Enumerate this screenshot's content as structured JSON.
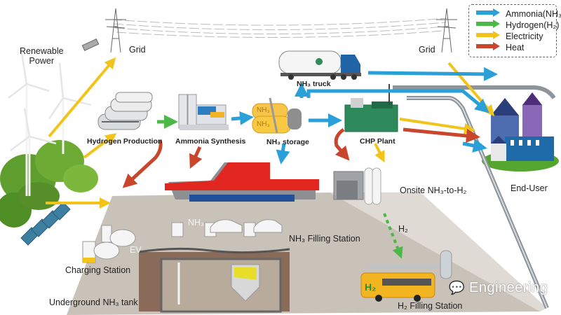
{
  "title": "Ammonia-based renewable energy value chain",
  "legend": {
    "items": [
      {
        "label": "Ammonia(NH₃)",
        "color": "#2a9fd8",
        "key": "ammonia"
      },
      {
        "label": "Hydrogen(H₂)",
        "color": "#4cb848",
        "key": "hydrogen"
      },
      {
        "label": "Electricity",
        "color": "#f2c41a",
        "key": "electricity"
      },
      {
        "label": "Heat",
        "color": "#c9452b",
        "key": "heat"
      }
    ]
  },
  "nodes": {
    "renewable_power": "Renewable\nPower",
    "grid_left": "Grid",
    "grid_right": "Grid",
    "hydrogen_production": "Hydrogen Production",
    "ammonia_synthesis": "Ammonia Synthesis",
    "nh3_storage": "NH₃ storage",
    "nh3_truck": "NH₃ truck",
    "chp_plant": "CHP Plant",
    "end_user": "End-User",
    "onsite_cracking": "Onsite NH₃-to-H₂",
    "h2_flow_label": "H₂",
    "nh3_pump_label": "NH₃",
    "nh3_filling_station": "NH₃ Filling Station",
    "ev_label": "EV",
    "charging_station": "Charging Station",
    "underground_tank": "Underground NH₃ tank",
    "h2_filling_station": "H₂ Filling Station",
    "tank_label_1": "NH₃",
    "tank_label_2": "NH₃",
    "bus_label": "H₂"
  },
  "watermark": "Engineering",
  "colors": {
    "ground": "#c9c2b8",
    "roof": "#e0261f",
    "pipe": "#9aa0a6",
    "tree": "#5e9e2e"
  }
}
